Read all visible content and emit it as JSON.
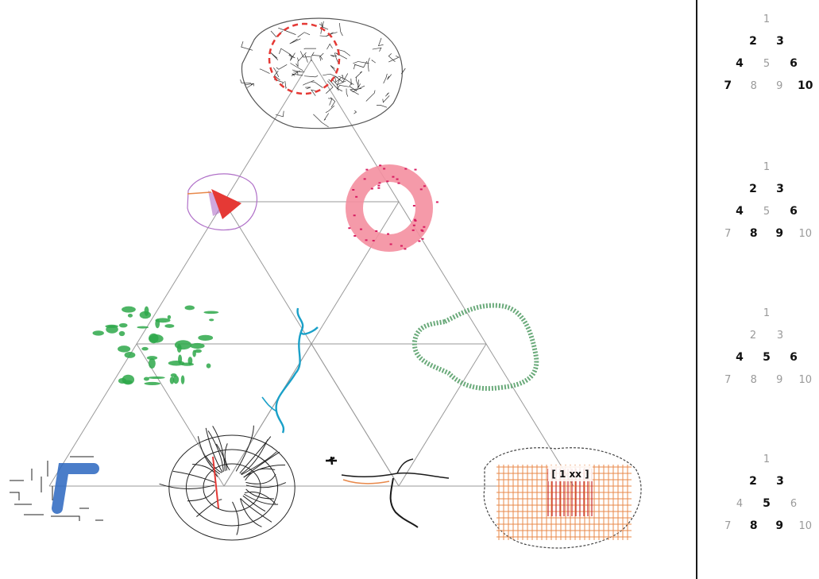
{
  "diagram": {
    "badge_text": "[ 1 xx ]",
    "colors": {
      "lines": "#9a9a9a",
      "red": "#e53935",
      "pink": "#f48fa0",
      "purple": "#b070c8",
      "green": "#2ea84a",
      "river": "#1aa0c8",
      "sage": "#6aaa7a",
      "blue": "#2a66c0",
      "orange": "#e8884a",
      "black": "#1a1a1a"
    },
    "nodes": [
      {
        "id": 1,
        "icon": "dense-street-network-icon"
      },
      {
        "id": 2,
        "icon": "red-triangle-center-icon"
      },
      {
        "id": 3,
        "icon": "pink-ring-icon"
      },
      {
        "id": 4,
        "icon": "green-patches-icon"
      },
      {
        "id": 5,
        "icon": "blue-river-icon"
      },
      {
        "id": 6,
        "icon": "green-boundary-icon"
      },
      {
        "id": 7,
        "icon": "blue-corner-block-icon"
      },
      {
        "id": 8,
        "icon": "road-network-icon"
      },
      {
        "id": 9,
        "icon": "railway-airport-icon"
      },
      {
        "id": 10,
        "icon": "orange-grid-city-icon"
      }
    ]
  },
  "legend": [
    {
      "rows": [
        [
          "1"
        ],
        [
          "2",
          "3"
        ],
        [
          "4",
          "5",
          "6"
        ],
        [
          "7",
          "8",
          "9",
          "10"
        ]
      ],
      "highlight": [
        "2",
        "3",
        "4",
        "6",
        "7",
        "10"
      ]
    },
    {
      "rows": [
        [
          "1"
        ],
        [
          "2",
          "3"
        ],
        [
          "4",
          "5",
          "6"
        ],
        [
          "7",
          "8",
          "9",
          "10"
        ]
      ],
      "highlight": [
        "2",
        "3",
        "4",
        "6",
        "8",
        "9"
      ]
    },
    {
      "rows": [
        [
          "1"
        ],
        [
          "2",
          "3"
        ],
        [
          "4",
          "5",
          "6"
        ],
        [
          "7",
          "8",
          "9",
          "10"
        ]
      ],
      "highlight": [
        "4",
        "5",
        "6"
      ]
    },
    {
      "rows": [
        [
          "1"
        ],
        [
          "2",
          "3"
        ],
        [
          "4",
          "5",
          "6"
        ],
        [
          "7",
          "8",
          "9",
          "10"
        ]
      ],
      "highlight": [
        "2",
        "3",
        "5",
        "8",
        "9"
      ]
    }
  ]
}
